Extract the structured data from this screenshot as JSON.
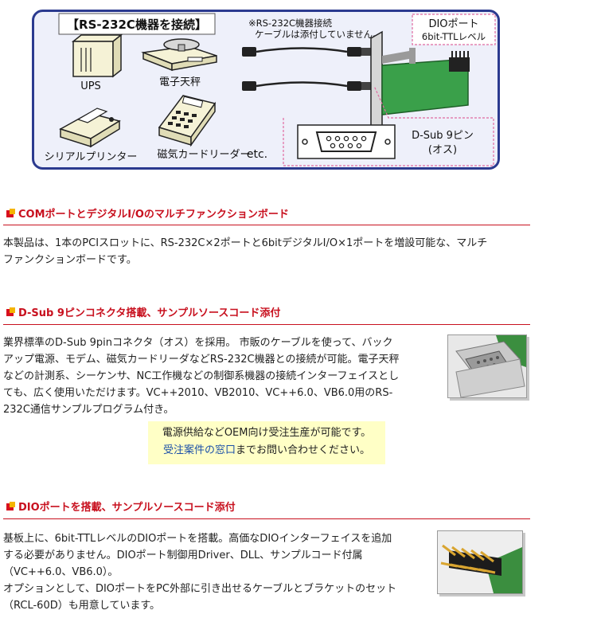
{
  "diagram": {
    "title": "【RS-232C機器を接続】",
    "cable_note_line1": "※RS-232C機器接続",
    "cable_note_line2": "ケーブルは添付していません。",
    "dio_label_line1": "DIOポート",
    "dio_label_line2": "6bit-TTLレベル",
    "devices": {
      "ups": "UPS",
      "scale": "電子天秤",
      "printer": "シリアルプリンター",
      "card_reader": "磁気カードリーダー",
      "etc": "etc."
    },
    "dsub_label_line1": "D-Sub 9ピン",
    "dsub_label_line2": "(オス)"
  },
  "sections": [
    {
      "heading": "COMポートとデジタルI/Oのマルチファンクションボード",
      "lines": [
        "本製品は、1本のPCIスロットに、RS-232C×2ポートと6bitデジタルI/O×1ポートを増設可能な、マルチ",
        "ファンクションボードです。"
      ]
    },
    {
      "heading": "D-Sub 9ピンコネクタ搭載、サンプルソースコード添付",
      "lines": [
        "業界標準のD-Sub 9pinコネクタ（オス）を採用。 市販のケーブルを使って、バック",
        "アップ電源、モデム、磁気カードリーダなどRS-232C機器との接続が可能。電子天秤",
        "などの計測系、シーケンサ、NC工作機などの制御系機器の接続インターフェイスとし",
        "ても、広く使用いただけます。VC++2010、VB2010、VC++6.0、VB6.0用のRS-",
        "232C通信サンプルプログラム付き。"
      ]
    },
    {
      "heading": "DIOポートを搭載、サンプルソースコード添付",
      "lines": [
        "基板上に、6bit-TTLレベルのDIOポートを搭載。高価なDIOインターフェイスを追加",
        "する必要がありません。DIOポート制御用Driver、DLL、サンプルコード付属",
        "（VC++6.0、VB6.0）。",
        "オプションとして、DIOポートをPC外部に引き出せるケーブルとブラケットのセット",
        "（RCL-60D）も用意しています。"
      ]
    }
  ],
  "notice": {
    "line1": "電源供給などOEM向け受注生産が可能です。",
    "link_text": "受注案件の窓口",
    "line2_suffix": "までお問い合わせください。"
  },
  "colors": {
    "heading_red": "#c8101e",
    "diagram_border": "#2b3a8f",
    "diagram_bg": "#eef0fa",
    "notice_bg": "#ffffc6",
    "link_blue": "#1a4fa8"
  }
}
